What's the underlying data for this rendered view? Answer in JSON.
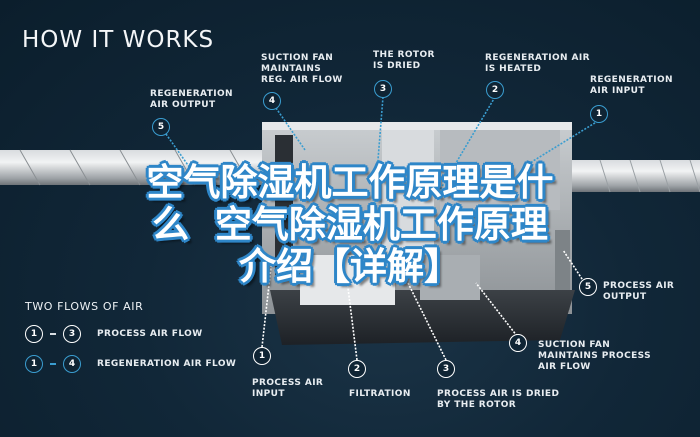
{
  "header": {
    "title": "HOW IT WORKS"
  },
  "colors": {
    "background": "#112738",
    "regeneration_flow": "#3a9dd0",
    "process_flow": "#ffffff",
    "overlay_stroke": "#2e86c8"
  },
  "top_callouts": [
    {
      "number": "5",
      "label": "REGENERATION\nAIR OUTPUT",
      "flow": "regeneration"
    },
    {
      "number": "4",
      "label": "SUCTION FAN\nMAINTAINS\nREG. AIR FLOW",
      "flow": "regeneration"
    },
    {
      "number": "3",
      "label": "THE ROTOR\nIS DRIED",
      "flow": "regeneration"
    },
    {
      "number": "2",
      "label": "REGENERATION AIR\nIS HEATED",
      "flow": "regeneration"
    },
    {
      "number": "1",
      "label": "REGENERATION\nAIR INPUT",
      "flow": "regeneration"
    }
  ],
  "bottom_callouts": [
    {
      "number": "1",
      "label": "PROCESS AIR\nINPUT",
      "flow": "process"
    },
    {
      "number": "2",
      "label": "FILTRATION",
      "flow": "process"
    },
    {
      "number": "3",
      "label": "PROCESS AIR IS DRIED\nBY THE ROTOR",
      "flow": "process"
    },
    {
      "number": "4",
      "label": "SUCTION FAN\nMAINTAINS PROCESS\nAIR FLOW",
      "flow": "process"
    },
    {
      "number": "5",
      "label": "PROCESS AIR\nOUTPUT",
      "flow": "process"
    }
  ],
  "legend": {
    "title": "TWO FLOWS OF AIR",
    "items": [
      {
        "from": "1",
        "to": "3",
        "label": "PROCESS AIR FLOW",
        "flow": "process"
      },
      {
        "from": "1",
        "to": "4",
        "label": "REGENERATION AIR FLOW",
        "flow": "regeneration"
      }
    ]
  },
  "overlay": {
    "line1": "空气除湿机工作原理是什",
    "line2": "么  空气除湿机工作原理",
    "line3": "介绍【详解】"
  }
}
